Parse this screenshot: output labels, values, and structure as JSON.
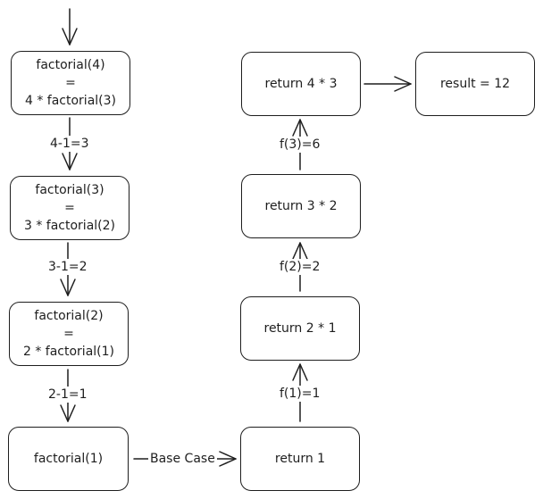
{
  "nodes": {
    "f4": {
      "line1": "factorial(4)",
      "line2": "=",
      "line3": "4 * factorial(3)"
    },
    "f3": {
      "line1": "factorial(3)",
      "line2": "=",
      "line3": "3 * factorial(2)"
    },
    "f2": {
      "line1": "factorial(2)",
      "line2": "=",
      "line3": "2 * factorial(1)"
    },
    "f1": {
      "label": "factorial(1)"
    },
    "r1": {
      "label": "return 1"
    },
    "r21": {
      "label": "return 2 * 1"
    },
    "r32": {
      "label": "return 3 * 2"
    },
    "r43": {
      "label": "return 4 * 3"
    },
    "result": {
      "label": "result = 12"
    }
  },
  "edges": {
    "f4_f3": "4-1=3",
    "f3_f2": "3-1=2",
    "f2_f1": "2-1=1",
    "f1_r1": "Base Case",
    "r1_r21": "f(1)=1",
    "r21_r32": "f(2)=2",
    "r32_r43": "f(3)=6"
  },
  "colors": {
    "stroke": "#1e1e1e",
    "background": "#ffffff"
  }
}
